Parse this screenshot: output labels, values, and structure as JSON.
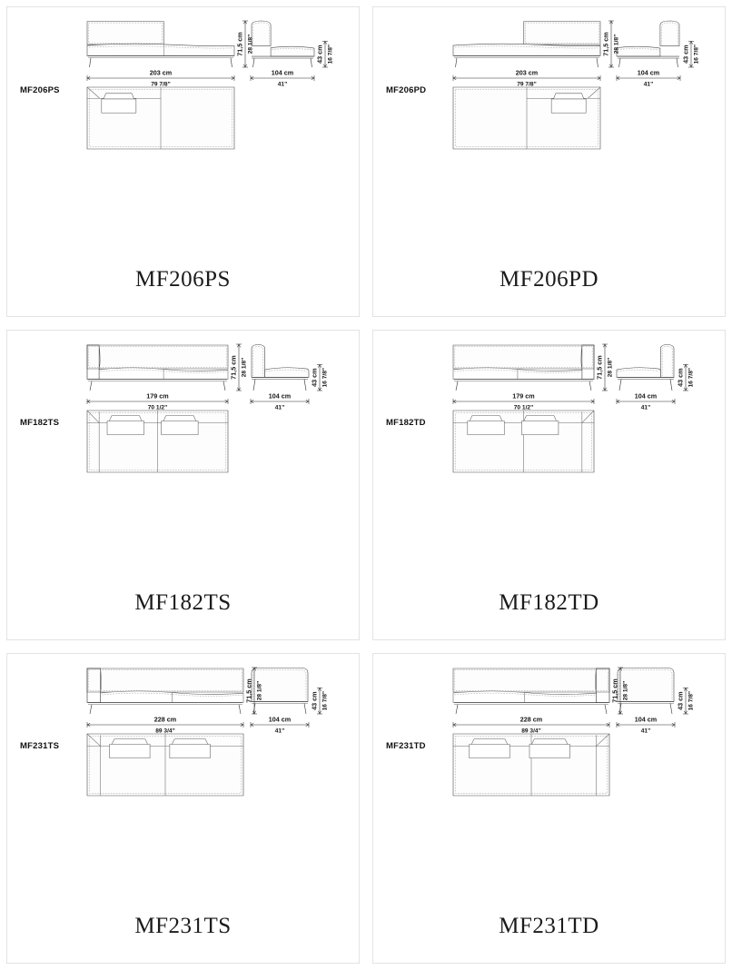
{
  "page": {
    "kind": "product-dimension-sheet",
    "columns": 2,
    "rows": 3
  },
  "units": {
    "metric": "cm",
    "imperial": "in"
  },
  "common": {
    "depth_cm": "104 cm",
    "depth_in": "41\"",
    "height_cm": "71,5 cm",
    "height_in": "28 1/8\"",
    "seat_cm": "43 cm",
    "seat_in": "16 7/8\""
  },
  "panels": [
    {
      "id": "mf206ps",
      "code": "MF206PS",
      "title": "MF206PS",
      "hand": "left",
      "type": "chaise",
      "width_cm": "203 cm",
      "width_in": "79 7/8\"",
      "depth_cm": "104 cm",
      "depth_in": "41\"",
      "height_cm": "71,5 cm",
      "height_in": "28 1/8\"",
      "seat_cm": "43 cm",
      "seat_in": "16 7/8\""
    },
    {
      "id": "mf206pd",
      "code": "MF206PD",
      "title": "MF206PD",
      "hand": "right",
      "type": "chaise",
      "width_cm": "203 cm",
      "width_in": "79 7/8\"",
      "depth_cm": "104 cm",
      "depth_in": "41\"",
      "height_cm": "71,5 cm",
      "height_in": "28 1/8\"",
      "seat_cm": "43 cm",
      "seat_in": "16 7/8\""
    },
    {
      "id": "mf182ts",
      "code": "MF182TS",
      "title": "MF182TS",
      "hand": "left",
      "type": "sofa",
      "width_cm": "179 cm",
      "width_in": "70 1/2\"",
      "depth_cm": "104 cm",
      "depth_in": "41\"",
      "height_cm": "71,5 cm",
      "height_in": "28 1/8\"",
      "seat_cm": "43 cm",
      "seat_in": "16 7/8\""
    },
    {
      "id": "mf182td",
      "code": "MF182TD",
      "title": "MF182TD",
      "hand": "right",
      "type": "sofa",
      "width_cm": "179 cm",
      "width_in": "70 1/2\"",
      "depth_cm": "104 cm",
      "depth_in": "41\"",
      "height_cm": "71,5 cm",
      "height_in": "28 1/8\"",
      "seat_cm": "43 cm",
      "seat_in": "16 7/8\""
    },
    {
      "id": "mf231ts",
      "code": "MF231TS",
      "title": "MF231TS",
      "hand": "left",
      "type": "sofa",
      "width_cm": "228 cm",
      "width_in": "89 3/4\"",
      "depth_cm": "104 cm",
      "depth_in": "41\"",
      "height_cm": "71,5 cm",
      "height_in": "28 1/8\"",
      "seat_cm": "43 cm",
      "seat_in": "16 7/8\""
    },
    {
      "id": "mf231td",
      "code": "MF231TD",
      "title": "MF231TD",
      "hand": "right",
      "type": "sofa",
      "width_cm": "228 cm",
      "width_in": "89 3/4\"",
      "depth_cm": "104 cm",
      "depth_in": "41\"",
      "height_cm": "71,5 cm",
      "height_in": "28 1/8\"",
      "seat_cm": "43 cm",
      "seat_in": "16 7/8\""
    }
  ],
  "colors": {
    "panel_border": "#e3e3e3",
    "line": "#3b3b3b",
    "dashed": "#9a9a9a",
    "text": "#161616",
    "title": "#1b1b1b"
  }
}
